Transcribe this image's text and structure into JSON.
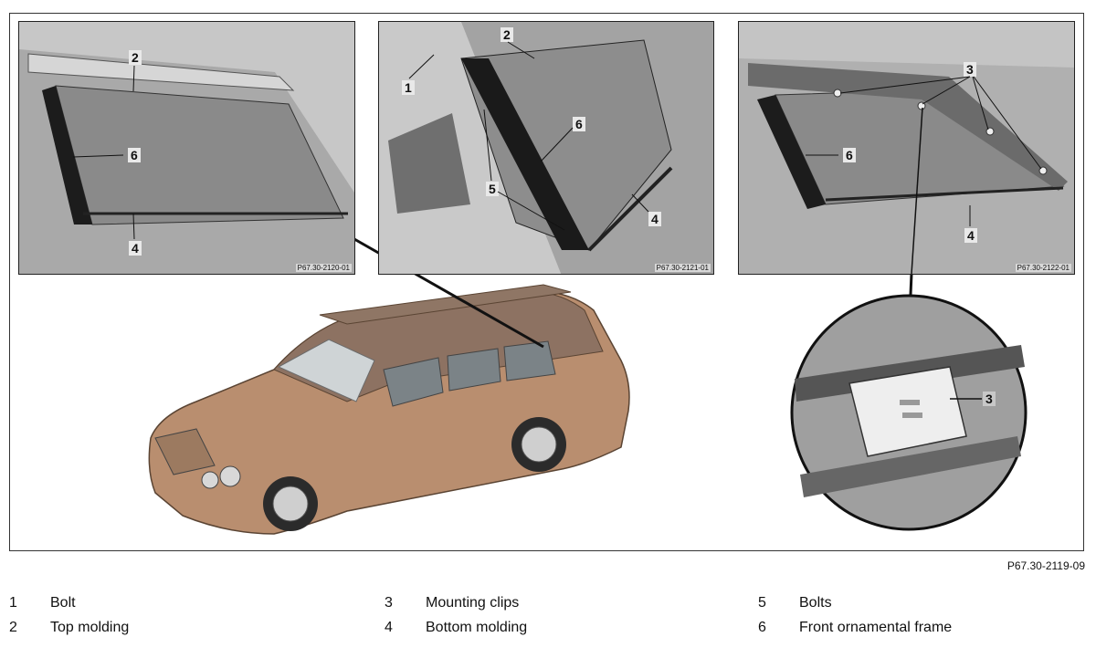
{
  "figure": {
    "figure_code": "P67.30-2119-09",
    "panels": [
      {
        "code": "P67.30-2120-01",
        "callouts": [
          "2",
          "6",
          "4"
        ]
      },
      {
        "code": "P67.30-2121-01",
        "callouts": [
          "1",
          "2",
          "6",
          "5",
          "4"
        ]
      },
      {
        "code": "P67.30-2122-01",
        "callouts": [
          "3",
          "6",
          "4"
        ]
      }
    ],
    "detail_callout": "3"
  },
  "legend": [
    {
      "num": "1",
      "label": "Bolt"
    },
    {
      "num": "2",
      "label": "Top molding"
    },
    {
      "num": "3",
      "label": "Mounting clips"
    },
    {
      "num": "4",
      "label": "Bottom molding"
    },
    {
      "num": "5",
      "label": "Bolts"
    },
    {
      "num": "6",
      "label": "Front ornamental frame"
    }
  ]
}
